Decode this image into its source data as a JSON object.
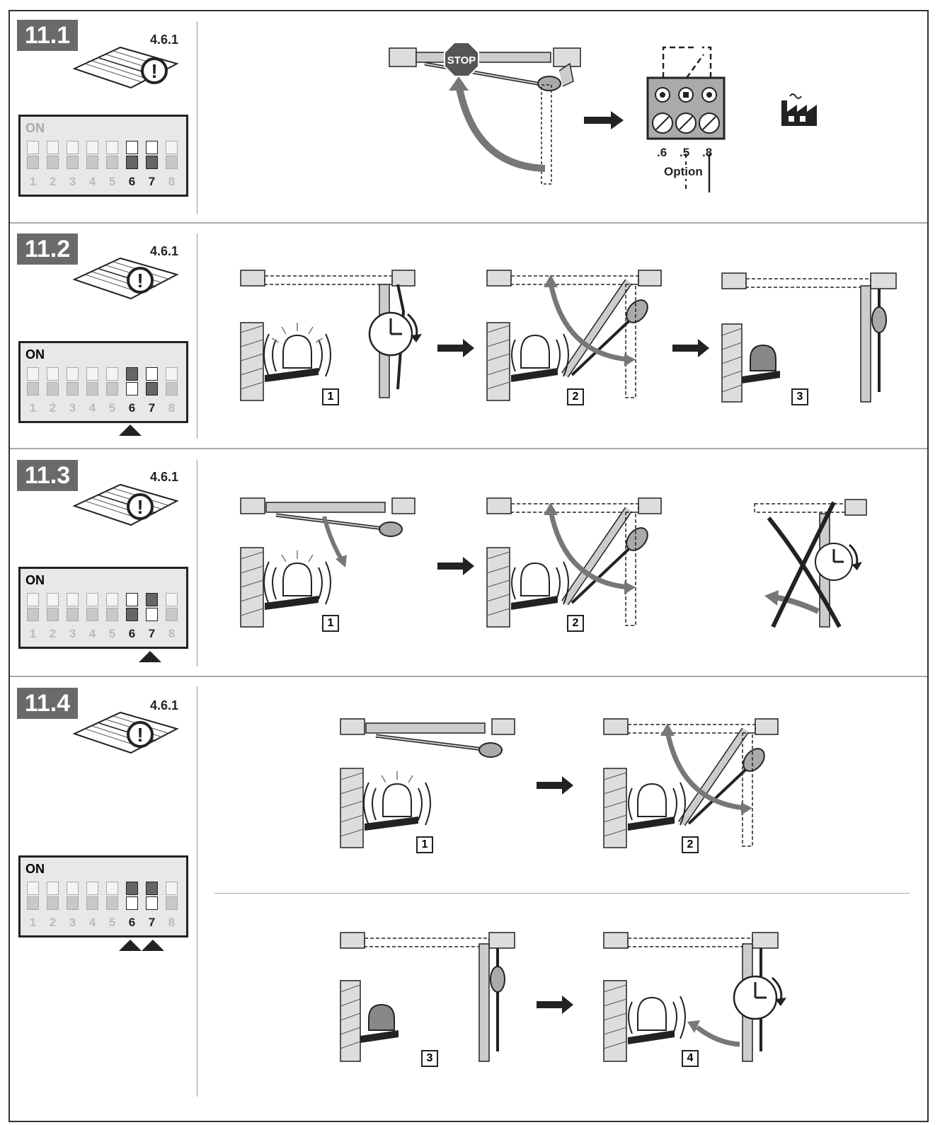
{
  "sections": [
    {
      "id": "11.1",
      "ref": "4.6.1",
      "on": "ON",
      "switches": [
        "1",
        "2",
        "3",
        "4",
        "5",
        "6",
        "7",
        "8"
      ]
    },
    {
      "id": "11.2",
      "ref": "4.6.1",
      "on": "ON",
      "switches": [
        "1",
        "2",
        "3",
        "4",
        "5",
        "6",
        "7",
        "8"
      ],
      "steps": [
        "1",
        "2",
        "3"
      ]
    },
    {
      "id": "11.3",
      "ref": "4.6.1",
      "on": "ON",
      "switches": [
        "1",
        "2",
        "3",
        "4",
        "5",
        "6",
        "7",
        "8"
      ],
      "steps": [
        "1",
        "2"
      ]
    },
    {
      "id": "11.4",
      "ref": "4.6.1",
      "on": "ON",
      "switches": [
        "1",
        "2",
        "3",
        "4",
        "5",
        "6",
        "7",
        "8"
      ],
      "steps": [
        "1",
        "2",
        "3",
        "4"
      ]
    }
  ],
  "stop_sign": "STOP",
  "terminals": [
    ".6",
    ".5",
    ".8"
  ],
  "option_label": "Option",
  "icons": [
    "manual-book-icon",
    "warning-exclamation-icon",
    "stop-sign-icon",
    "arrow-right-icon",
    "factory-icon",
    "clock-icon",
    "warning-light-icon",
    "cross-icon"
  ],
  "colors": {
    "badge": "#6a6a6a",
    "line": "#222222",
    "gray": "#888888"
  }
}
